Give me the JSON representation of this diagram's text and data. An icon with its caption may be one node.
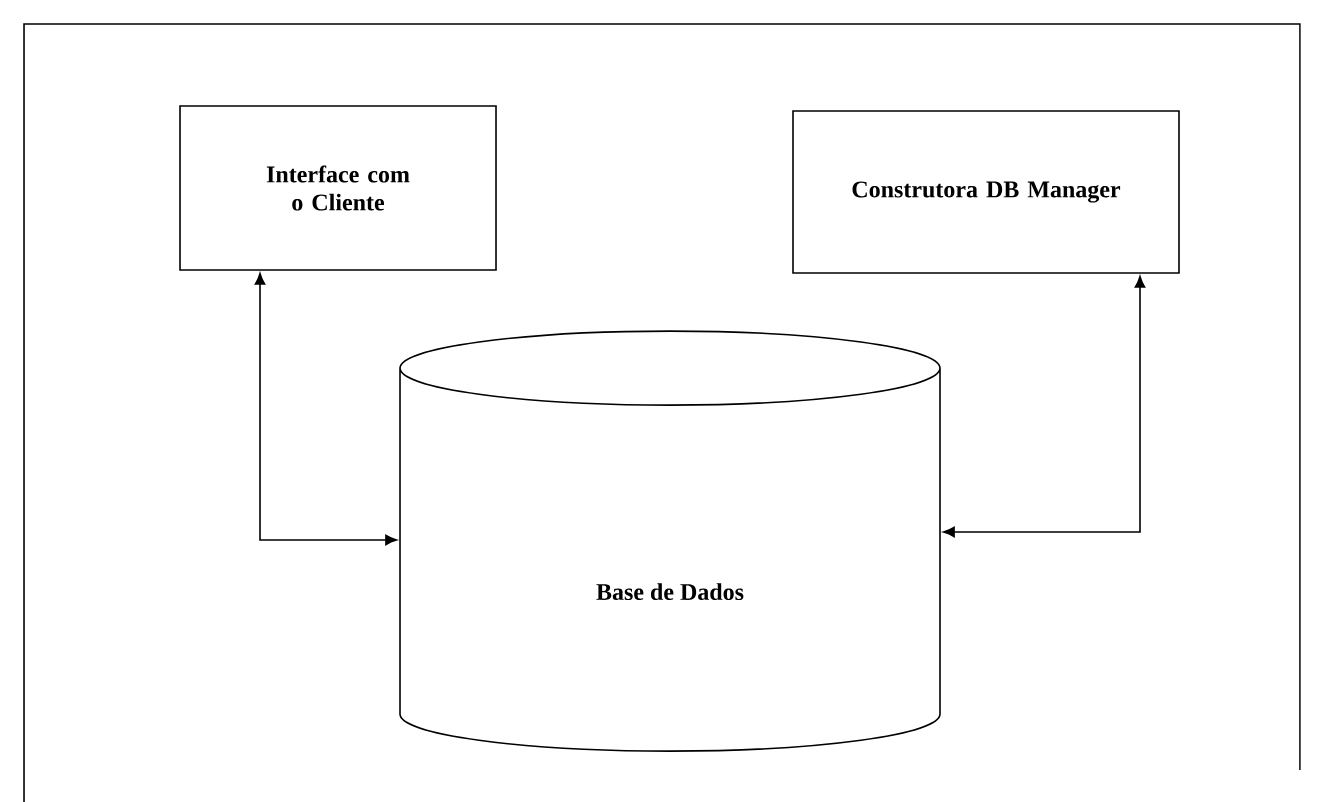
{
  "diagram": {
    "nodes": [
      {
        "text": [
          "Interface com o Cliente"
        ]
      },
      {
        "text": [
          "Construtora DB Manager"
        ]
      },
      {
        "text": [
          "Base de Dados"
        ]
      }
    ],
    "edges": [
      {
        "from": 0,
        "to": 2,
        "arrow": "both"
      },
      {
        "from": 2,
        "to": 1,
        "arrow": "both"
      }
    ]
  }
}
